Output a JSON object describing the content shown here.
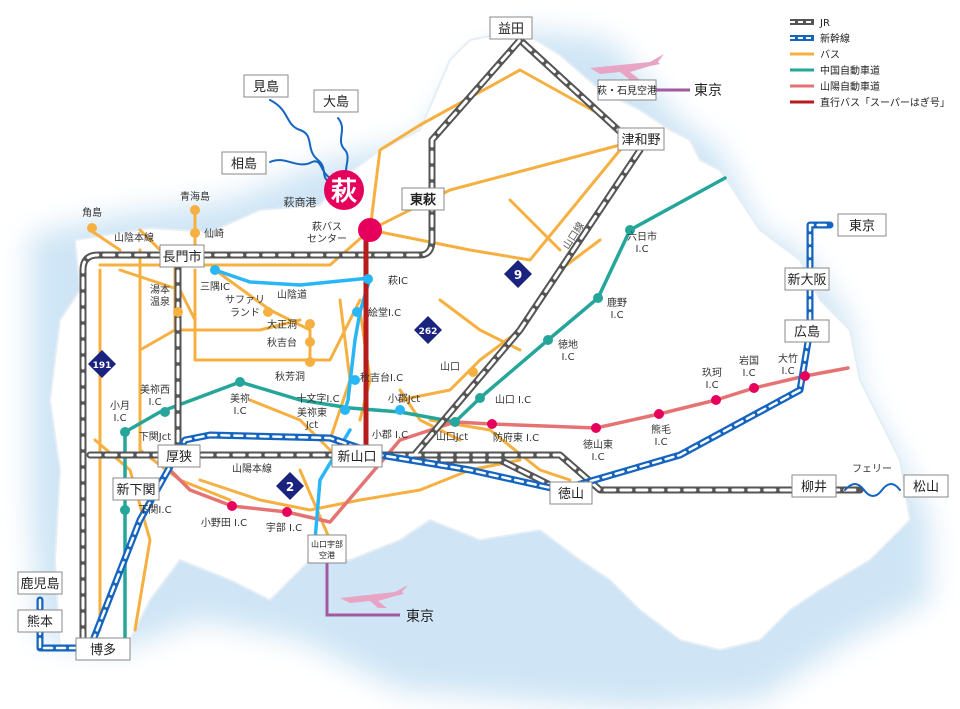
{
  "legend": {
    "jr": "JR",
    "shinkansen": "新幹線",
    "bus": "バス",
    "chugoku_expressway": "中国自動車道",
    "sanyo_expressway": "山陽自動車道",
    "direct_bus": "直行バス「スーパーはぎ号」"
  },
  "colors": {
    "jr": "#555555",
    "shinkansen": "#1565c0",
    "bus": "#f5b041",
    "chugoku": "#26a69a",
    "sanyo": "#e57373",
    "direct_bus": "#b71c1c",
    "sea": "#dcecf7",
    "land": "#ffffff",
    "hagi": "#e6005c",
    "air_route": "#a05aa0",
    "plane": "#e8a4c4"
  },
  "boxed_stations": {
    "masuda": "益田",
    "tsuwano": "津和野",
    "higashihagi": "東萩",
    "nagatoshi": "長門市",
    "atsusa": "厚狭",
    "shinyamaguchi": "新山口",
    "tokuyama": "徳山",
    "shinshimonoseki": "新下関",
    "hakata": "博多",
    "kumamoto": "熊本",
    "kagoshima": "鹿児島",
    "hiroshima": "広島",
    "shinosaka": "新大阪",
    "tokyo_ne": "東京",
    "yanai": "柳井",
    "matsuyama": "松山",
    "mishima": "見島",
    "oshima": "大島",
    "aijima": "相島"
  },
  "airports": {
    "iwami": "萩・石見空港",
    "tokyo_iwami": "東京",
    "ube": "山口宇部空港",
    "tokyo_ube": "東京"
  },
  "hagi": {
    "kanji": "萩",
    "port": "萩商港",
    "bus_center": "萩バス\nセンター"
  },
  "places": {
    "tsunoshima": "角島",
    "sanin_line": "山陰本線",
    "omijima": "青海島",
    "senzaki": "仙崎",
    "yumoto_onsen": "湯本\n温泉",
    "misumi_ic": "三隅IC",
    "hagi_ic": "萩IC",
    "sanin_road": "山陰道",
    "safari_land": "サファリ\nランド",
    "edo_ic": "絵堂I.C",
    "taishodo": "大正洞",
    "akiyoshidai": "秋吉台",
    "akiyoshido": "秋芳洞",
    "akiyoshidai_ic": "秋吉台I.C",
    "mine_nishi_ic": "美祢西\nI.C",
    "mine_ic": "美祢\nI.C",
    "jumonji_ic": "十文字I.C",
    "mine_higashi_jct": "美祢東\nJct",
    "ogori_jct": "小郡Jct",
    "ogori_ic": "小郡 I.C",
    "kozuki_ic": "小月\nI.C",
    "shimonoseki_jct": "下関Jct",
    "sanyo_line": "山陽本線",
    "shimonoseki_ic": "下関I.C",
    "onoda_ic": "小野田 I.C",
    "ube_ic": "宇部 I.C",
    "yamaguchi": "山口",
    "yamaguchi_ic": "山口 I.C",
    "yamaguchi_jct": "山口Jct",
    "hofu_higashi_ic": "防府東 I.C",
    "tokuji_ic": "徳地\nI.C",
    "kano_ic": "鹿野\nI.C",
    "muikaichi_ic": "六日市\nI.C",
    "yamaguchi_line": "山口線",
    "tokuyama_higashi_ic": "徳山東\nI.C",
    "kumage_ic": "熊毛\nI.C",
    "kuga_ic": "玖珂\nI.C",
    "iwakuni_ic": "岩国\nI.C",
    "otake_ic": "大竹\nI.C",
    "ferry": "フェリー"
  },
  "route_shields": {
    "r9": "9",
    "r191": "191",
    "r262": "262",
    "r2": "2"
  }
}
